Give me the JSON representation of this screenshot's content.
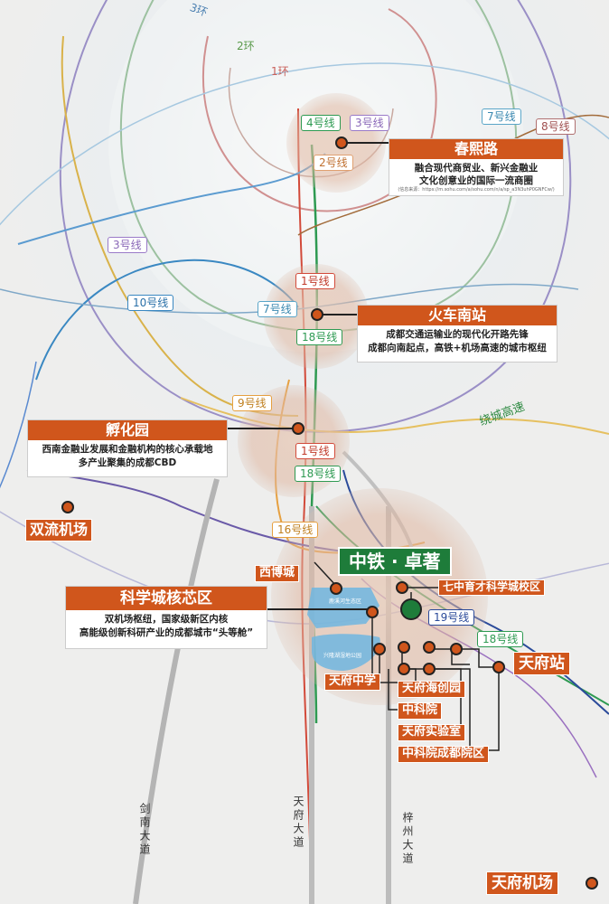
{
  "rings": {
    "r1": "1环",
    "r2": "2环",
    "r3": "3环"
  },
  "metro_lines": {
    "l4a": "4号线",
    "l3a": "3号线",
    "l7": "7号线",
    "l8": "8号线",
    "l2": "2号线",
    "l3b": "3号线",
    "l10": "10号线",
    "l1a": "1号线",
    "l7b": "7号线",
    "l18a": "18号线",
    "l9": "9号线",
    "l1b": "1号线",
    "l18b": "18号线",
    "l16": "16号线",
    "l19": "19号线",
    "l18c": "18号线"
  },
  "roads": {
    "ring_expressway": "绕城高速",
    "jiannan": "剑南大道",
    "tianfu": "天府大道",
    "zizhou": "梓州大道"
  },
  "callouts": {
    "chunxi": {
      "title": "春熙路",
      "line1": "融合现代商贸业、新兴金融业",
      "line2": "文化创意业的国际一流商圈",
      "source": "(信息来源：https://m.sohu.com/a/sohu.com/n/a/sp_a3N3uhP0GNFCw/)"
    },
    "huoche": {
      "title": "火车南站",
      "line1": "成都交通运输业的现代化开路先锋",
      "line2": "成都向南起点，高铁+机场高速的城市枢纽"
    },
    "fuhua": {
      "title": "孵化园",
      "line1": "西南金融业发展和金融机构的核心承载地",
      "line2": "多产业聚集的成都CBD"
    },
    "kexue": {
      "title": "科学城核芯区",
      "line1": "双机场枢纽，国家级新区内核",
      "line2": "高能级创新科研产业的成都城市“头等舱”"
    }
  },
  "pois": {
    "shuangliu": "双流机场",
    "xibo": "西博城",
    "zhongtie": "中铁 · 卓著",
    "qizhong": "七中育才科学城校区",
    "tianfu_station": "天府站",
    "tianfu_middle": "天府中学",
    "haichuang": "天府海创园",
    "kexueyuan": "中科院",
    "lab": "天府实验室",
    "cas_chengdu": "中科院成都院区",
    "tianfu_airport": "天府机场"
  },
  "map_notes": {
    "park": "鹿溪河生态区",
    "wetland": "兴隆湖湿地公园"
  },
  "colors": {
    "poi_orange": "#d0561c",
    "project_green": "#1e7c3a",
    "ring1": "#c9605a",
    "ring2": "#5a9a4a",
    "ring3": "#4a7fb0"
  }
}
